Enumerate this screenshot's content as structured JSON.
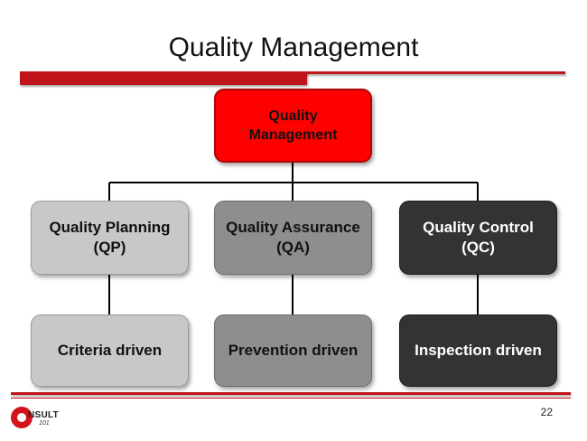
{
  "slide": {
    "title": "Quality Management",
    "page_number": "22"
  },
  "diagram": {
    "root": {
      "line1": "Quality",
      "line2": "Management",
      "color": "#ff0000"
    },
    "branches": [
      {
        "line1": "Quality Planning",
        "line2": "(QP)",
        "child": "Criteria driven",
        "color": "#c8c8c8"
      },
      {
        "line1": "Quality Assurance",
        "line2": "(QA)",
        "child": "Prevention driven",
        "color": "#8e8e8e"
      },
      {
        "line1": "Quality Control",
        "line2": "(QC)",
        "child": "Inspection driven",
        "color": "#333333"
      }
    ]
  },
  "logo": {
    "word": "NSULT",
    "sub": "101",
    "accent": "#d3131b"
  },
  "colors": {
    "accent": "#c0141b"
  }
}
